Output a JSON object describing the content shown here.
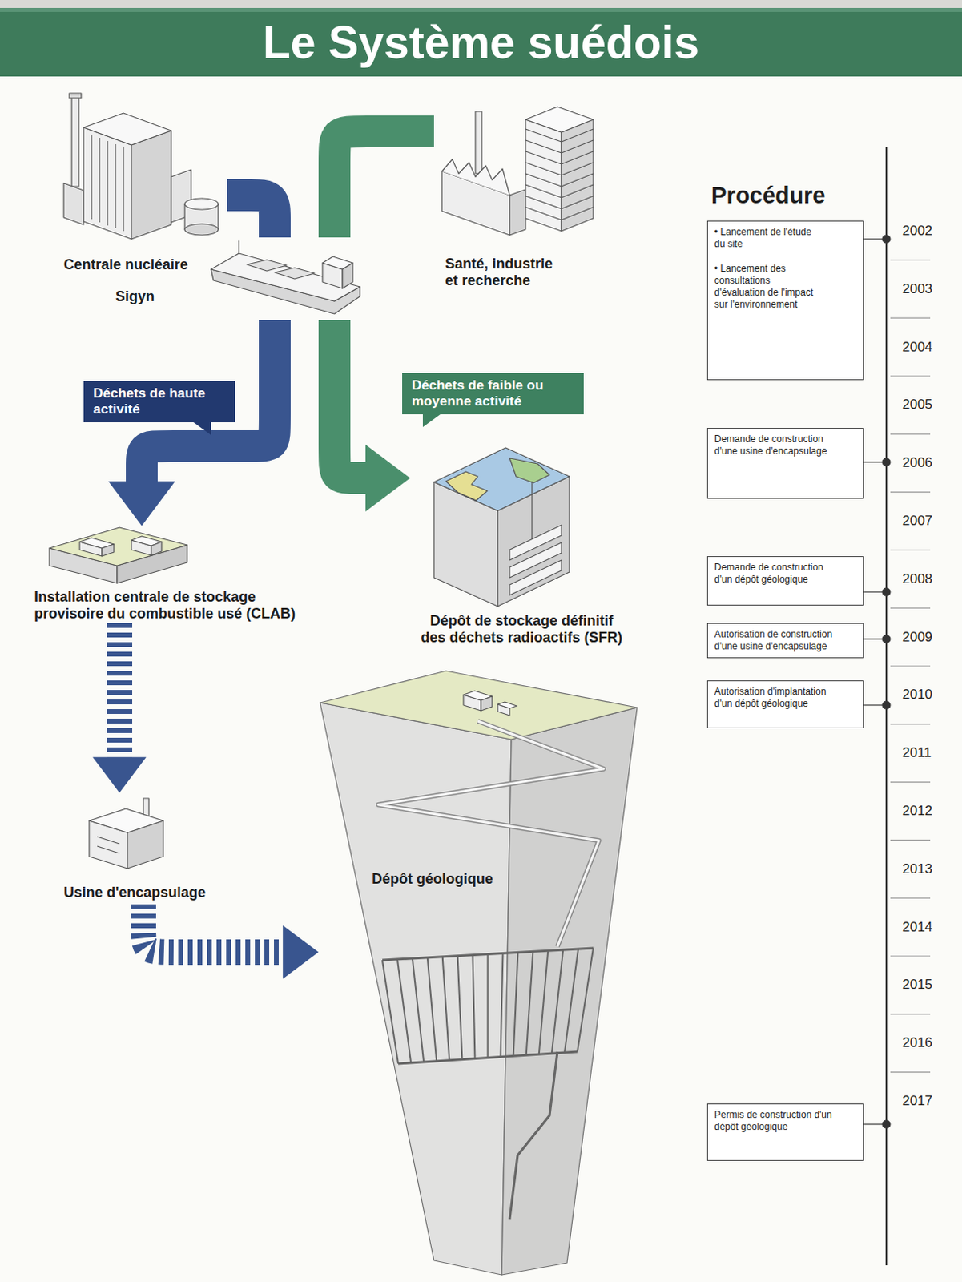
{
  "diagram": {
    "title": "Le Système suédois",
    "nodes": [
      {
        "text": [
          "Centrale nucléaire"
        ]
      },
      {
        "text": [
          "Santé, industrie et recherche"
        ]
      },
      {
        "text": [
          "Sigyn"
        ]
      },
      {
        "text": [
          "Déchets de haute activité"
        ]
      },
      {
        "text": [
          "Déchets de faible ou moyenne activité"
        ]
      },
      {
        "text": [
          "Dépôt de stockage définitif des déchets radioactifs (SFR)"
        ]
      },
      {
        "text": [
          "Installation centrale de stockage provisoire du combustible usé (CLAB)"
        ]
      },
      {
        "text": [
          "Usine d'encapsulage"
        ]
      },
      {
        "text": [
          "Dépôt géologique"
        ]
      },
      {
        "text": [
          "• Lancement de l'étude du site",
          "• Lancement des consultations d'évaluation de l'impact sur l'environnement"
        ]
      },
      {
        "text": [
          "Demande de construction d'une usine d'encapsulage"
        ]
      },
      {
        "text": [
          "Demande de construction d'un dépôt géologique"
        ]
      },
      {
        "text": [
          "Autorisation de construction d'une usine d'encapsulage"
        ]
      },
      {
        "text": [
          "Autorisation d'implantation d'un dépôt géologique"
        ]
      },
      {
        "text": [
          "Permis de construction d'un dépôt géologique"
        ]
      }
    ],
    "edges": [
      {
        "from": 0,
        "to": 2,
        "arrow": "none"
      },
      {
        "from": 2,
        "to": 6,
        "arrow": "to"
      },
      {
        "from": 1,
        "to": 2,
        "arrow": "none"
      },
      {
        "from": 2,
        "to": 5,
        "arrow": "to"
      },
      {
        "from": 6,
        "to": 7,
        "arrow": "to"
      },
      {
        "from": 7,
        "to": 8,
        "arrow": "to"
      }
    ],
    "labels": [
      "Procédure",
      "2002",
      "2003",
      "2004",
      "2005",
      "2006",
      "2007",
      "2008",
      "2009",
      "2010",
      "2011",
      "2012",
      "2013",
      "2014",
      "2015",
      "2016",
      "2017"
    ]
  }
}
